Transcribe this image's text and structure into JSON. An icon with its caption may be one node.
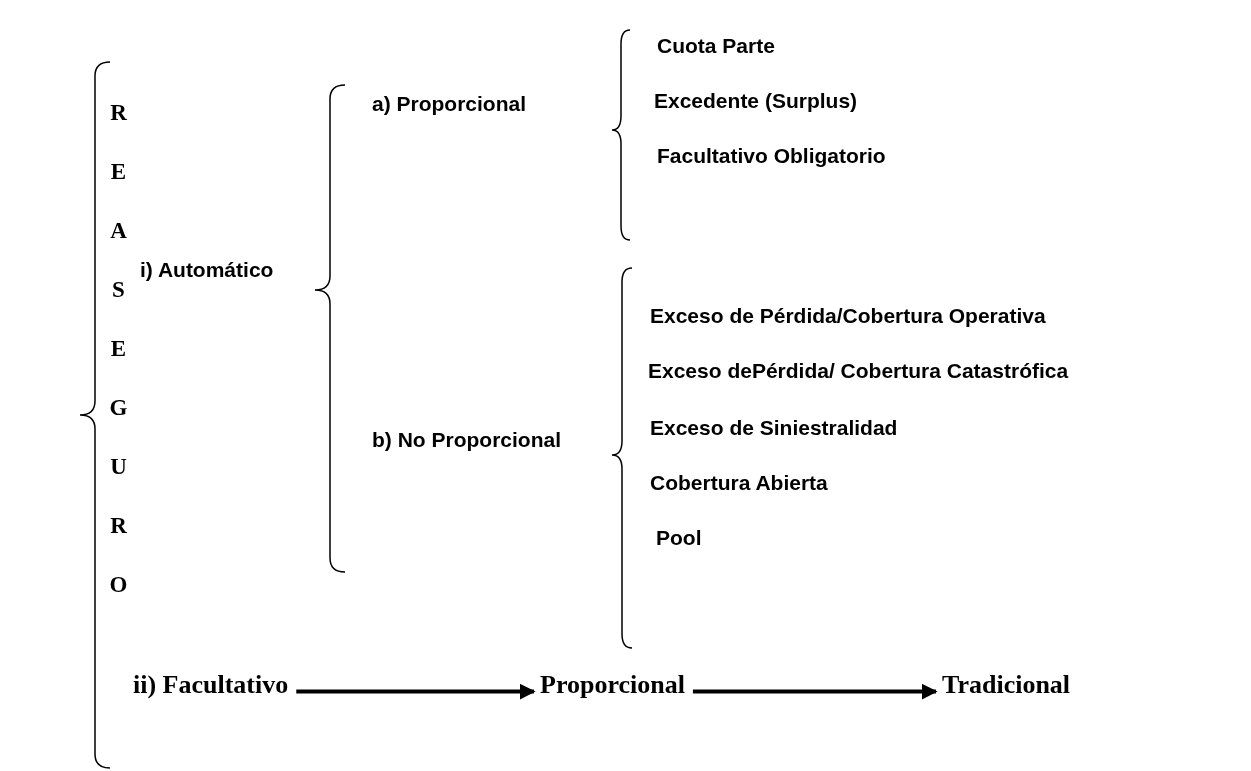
{
  "diagram": {
    "nodes": [
      {
        "text": [
          "REASEGURO"
        ]
      },
      {
        "text": [
          "i) Automático"
        ]
      },
      {
        "text": [
          "a) Proporcional"
        ]
      },
      {
        "text": [
          "Cuota Parte"
        ]
      },
      {
        "text": [
          "Excedente (Surplus)"
        ]
      },
      {
        "text": [
          "Facultativo Obligatorio"
        ]
      },
      {
        "text": [
          "b) No Proporcional"
        ]
      },
      {
        "text": [
          "Exceso de Pérdida/Cobertura Operativa"
        ]
      },
      {
        "text": [
          "Exceso dePérdida/ Cobertura Catastrófica"
        ]
      },
      {
        "text": [
          "Exceso de Siniestralidad"
        ]
      },
      {
        "text": [
          "Cobertura Abierta"
        ]
      },
      {
        "text": [
          "Pool"
        ]
      },
      {
        "text": [
          "ii) Facultativo"
        ]
      },
      {
        "text": [
          "Proporcional"
        ]
      },
      {
        "text": [
          "Tradicional"
        ]
      }
    ],
    "edges": [
      {
        "from": 12,
        "to": 13,
        "arrow": "to"
      },
      {
        "from": 13,
        "to": 14,
        "arrow": "to"
      }
    ]
  }
}
